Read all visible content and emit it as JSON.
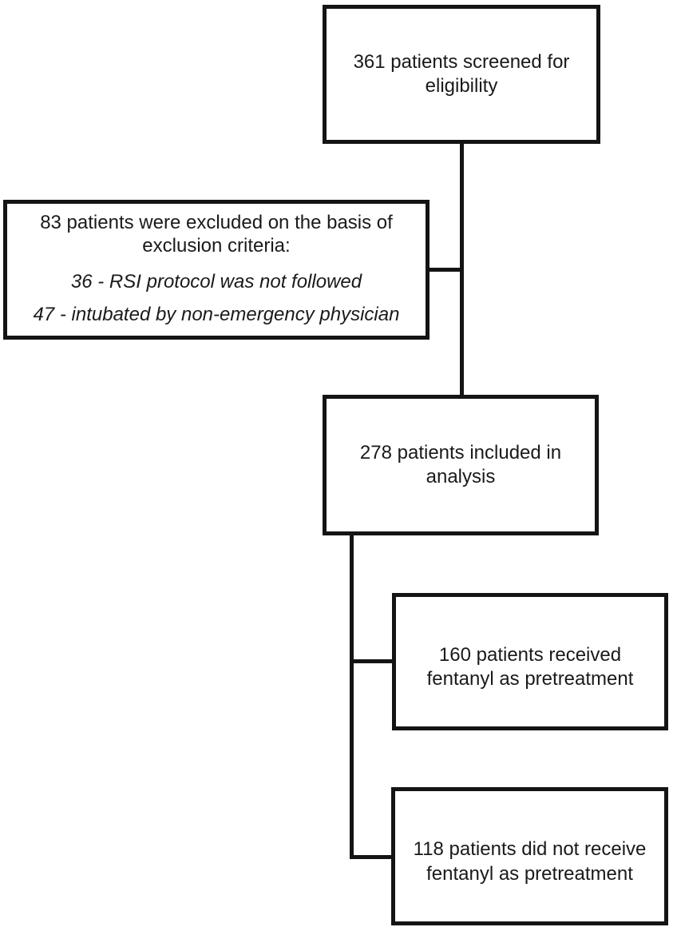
{
  "colors": {
    "line": "#141414",
    "text": "#1a1a1a",
    "background": "#ffffff"
  },
  "flowchart": {
    "screened": {
      "text": "361 patients screened for\neligibility"
    },
    "excluded": {
      "header": "83 patients were excluded on the basis of\nexclusion criteria:",
      "reasons": [
        {
          "text": "36 - RSI protocol was not followed"
        },
        {
          "text": "47 - intubated by non-emergency physician"
        }
      ]
    },
    "included": {
      "text": "278 patients included in\nanalysis"
    },
    "fentanyl_group": {
      "text": "160 patients received\nfentanyl as pretreatment"
    },
    "no_fentanyl_group": {
      "text": "118 patients did not receive\nfentanyl as pretreatment"
    }
  }
}
